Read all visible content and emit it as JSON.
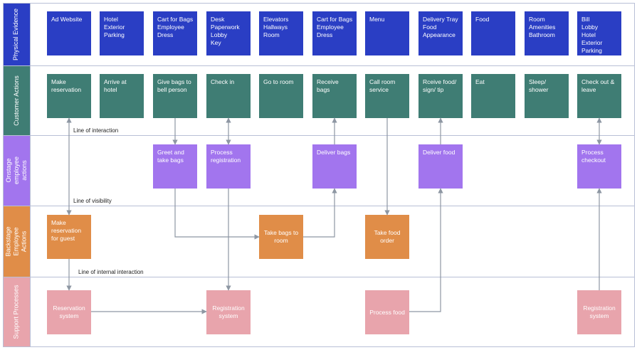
{
  "colors": {
    "physical": "#2a3ec4",
    "customer": "#3f7d74",
    "onstage": "#a275ee",
    "backstage": "#e08d48",
    "support": "#e8a4ac",
    "connector": "#8e97a3",
    "lane_border": "#b8bfd6"
  },
  "lanes": [
    {
      "id": "physical",
      "label": "Physical Evidence"
    },
    {
      "id": "customer",
      "label": "Customer Actions"
    },
    {
      "id": "onstage",
      "label": "Onstage employee\nactions"
    },
    {
      "id": "backstage",
      "label": "Backstage Employee\nActions"
    },
    {
      "id": "support",
      "label": "Support Processes"
    }
  ],
  "divider_labels": {
    "interaction": "Line of interaction",
    "visibility": "Line of visibility",
    "internal": "Line of internal interaction"
  },
  "physical_evidence": [
    "Ad Website",
    "Hotel\nExterior\nParking",
    "Cart for Bags\nEmployee\nDress",
    "Desk\nPaperwork\nLobby\nKey",
    "Elevators\nHallways\nRoom",
    "Cart for Bags\nEmployee\nDress",
    "Menu",
    "Delivery Tray\nFood\nAppearance",
    "Food",
    "Room\nAmenities\nBathroom",
    "Bill\nLobby\nHotel\nExterior\nParking"
  ],
  "customer_actions": [
    "Make\nreservation",
    "Arrive at\nhotel",
    "Give bags to\nbell person",
    "Check in",
    "Go to room",
    "Receive bags",
    "Call room\nservice",
    "Rceive food/\nsign/ tip",
    "Eat",
    "Sleep/\nshower",
    "Check out &\nleave"
  ],
  "onstage_actions": [
    {
      "col": 2,
      "text": "Greet and\ntake bags"
    },
    {
      "col": 3,
      "text": "Process\nregistration"
    },
    {
      "col": 5,
      "text": "Deliver bags"
    },
    {
      "col": 7,
      "text": "Deliver food"
    },
    {
      "col": 10,
      "text": "Process\ncheckout"
    }
  ],
  "backstage_actions": [
    {
      "col": 0,
      "text": "Make\nreservation\nfor guest"
    },
    {
      "col": 4,
      "text": "Take bags to\nroom"
    },
    {
      "col": 6,
      "text": "Take food\norder"
    }
  ],
  "support_processes": [
    {
      "col": 0,
      "text": "Reservation\nsystem"
    },
    {
      "col": 3,
      "text": "Registration\nsystem"
    },
    {
      "col": 6,
      "text": "Process food"
    },
    {
      "col": 10,
      "text": "Registration\nsystem"
    }
  ]
}
